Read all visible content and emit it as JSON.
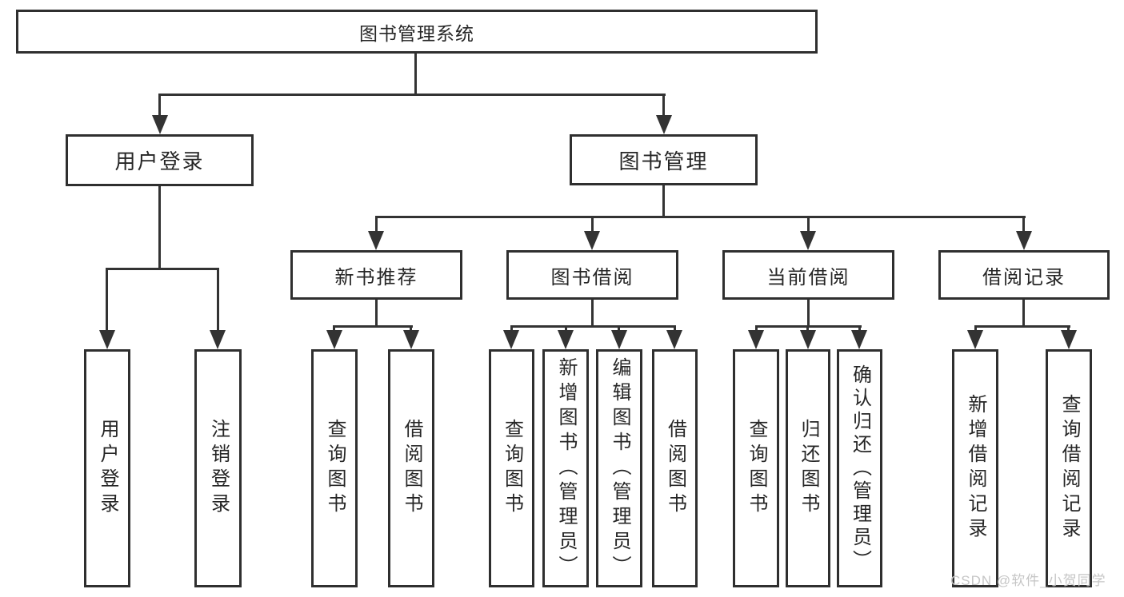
{
  "diagram": {
    "root": {
      "label": "图书管理系统"
    },
    "level2": [
      {
        "label": "用户登录"
      },
      {
        "label": "图书管理"
      }
    ],
    "level3": [
      {
        "label": "新书推荐"
      },
      {
        "label": "图书借阅"
      },
      {
        "label": "当前借阅"
      },
      {
        "label": "借阅记录"
      }
    ],
    "leaves": {
      "user_login": [
        "用户登录",
        "注销登录"
      ],
      "new_book": [
        "查询图书",
        "借阅图书"
      ],
      "book_borrow": [
        "查询图书",
        "新增图书（管理员）",
        "编辑图书（管理员）",
        "借阅图书"
      ],
      "current_borrow": [
        "查询图书",
        "归还图书",
        "确认归还（管理员）"
      ],
      "borrow_record": [
        "新增借阅记录",
        "查询借阅记录"
      ]
    },
    "colors": {
      "line": "#333333",
      "text": "#262626",
      "box_background": "#ffffff",
      "watermark": "#c5c5c5"
    }
  },
  "watermark": {
    "text": "CSDN @软件_小贺同学"
  }
}
